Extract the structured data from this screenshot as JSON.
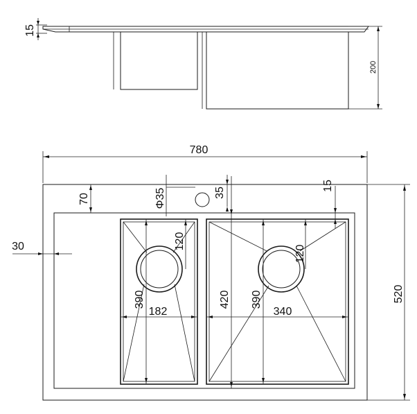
{
  "dimensions": {
    "thickness": "15",
    "depth": "200",
    "total_width": "780",
    "total_height": "520",
    "top_margin": "70",
    "side_margin": "30",
    "tap_hole": "Φ35",
    "tap_offset": "35",
    "rim": "15",
    "drain_left": "120",
    "drain_right": "120",
    "bowl_left_length": "390",
    "bowl_left_width": "182",
    "bowl_right_outer": "420",
    "bowl_right_length": "390",
    "bowl_right_width": "340"
  }
}
